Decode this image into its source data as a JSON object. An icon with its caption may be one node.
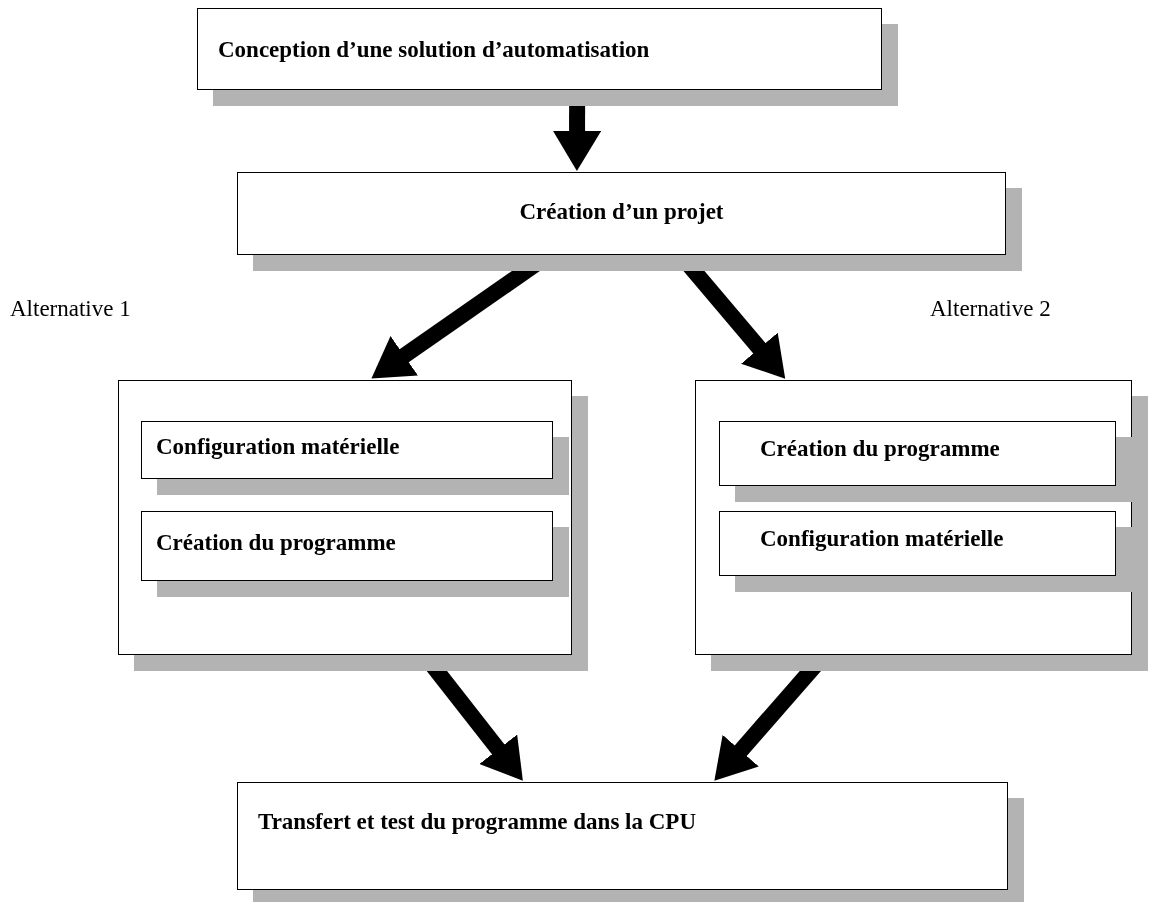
{
  "diagram": {
    "nodes": [
      {
        "text": [
          "Conception d’une solution d’automatisation"
        ]
      },
      {
        "text": [
          "Création d’un projet"
        ]
      },
      {
        "text": [],
        "shape": "box"
      },
      {
        "text": [],
        "shape": "box"
      },
      {
        "text": [
          "Configuration matérielle"
        ],
        "in": 2
      },
      {
        "text": [
          "Création du programme"
        ],
        "in": 2
      },
      {
        "text": [
          "Création du programme"
        ],
        "in": 3
      },
      {
        "text": [
          "Configuration matérielle"
        ],
        "in": 3
      },
      {
        "text": [
          "Transfert et test du programme dans la CPU"
        ]
      }
    ],
    "edges": [
      {
        "from": 0,
        "to": 1,
        "arrow": "to"
      },
      {
        "from": 1,
        "to": 2,
        "arrow": "to"
      },
      {
        "from": 1,
        "to": 3,
        "arrow": "to"
      },
      {
        "from": 2,
        "to": 8,
        "arrow": "to"
      },
      {
        "from": 3,
        "to": 8,
        "arrow": "to"
      }
    ],
    "labels": [
      "Alternative 1",
      "Alternative 2"
    ]
  }
}
